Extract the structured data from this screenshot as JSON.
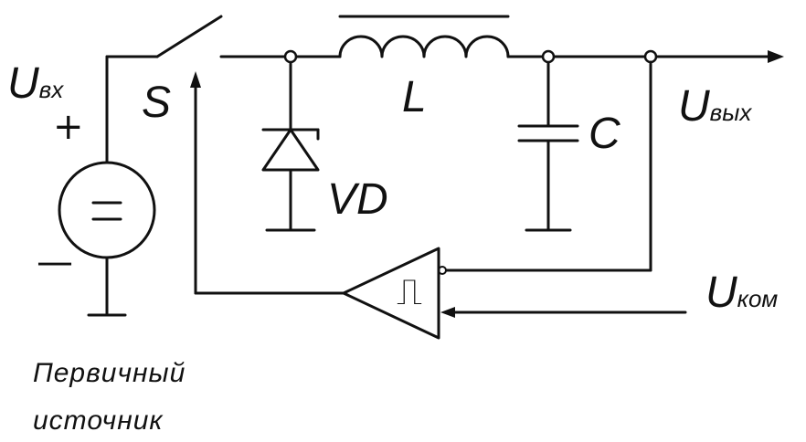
{
  "labels": {
    "u_in_main": "U",
    "u_in_sub": "вх",
    "plus": "+",
    "minus": "—",
    "switch": "S",
    "inductor": "L",
    "diode": "VD",
    "capacitor": "C",
    "u_out_main": "U",
    "u_out_sub": "вых",
    "u_cmd_main": "U",
    "u_cmd_sub": "ком",
    "comparator_symbol": "⎍",
    "source_line1": "Первичный",
    "source_line2": "источник"
  }
}
